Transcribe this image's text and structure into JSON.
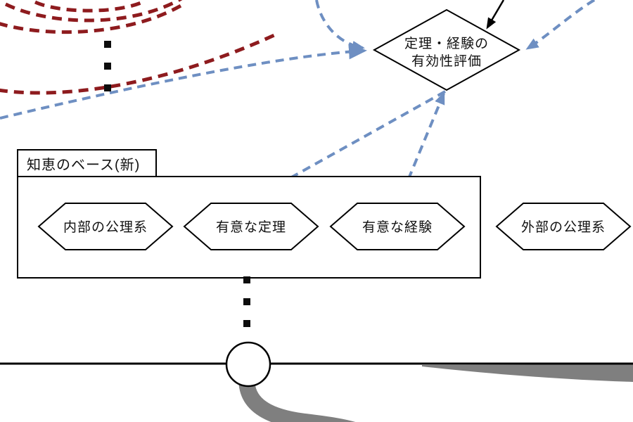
{
  "diagram_type": "flowchart-fragment",
  "colors": {
    "dashed_red": "#8E1B1E",
    "dashed_blue": "#6E8FC2",
    "swoosh_gray": "#7F7F7F",
    "shape_stroke": "#000000",
    "background": "#FFFFFF"
  },
  "evaluation_diamond": {
    "label_line1": "定理・経験の",
    "label_line2": "有効性評価"
  },
  "knowledge_base_group": {
    "label": "知恵のベース(新)",
    "hexagons": [
      {
        "label": "内部の公理系"
      },
      {
        "label": "有意な定理"
      },
      {
        "label": "有意な経験"
      }
    ]
  },
  "external_hexagon": {
    "label": "外部の公理系"
  }
}
